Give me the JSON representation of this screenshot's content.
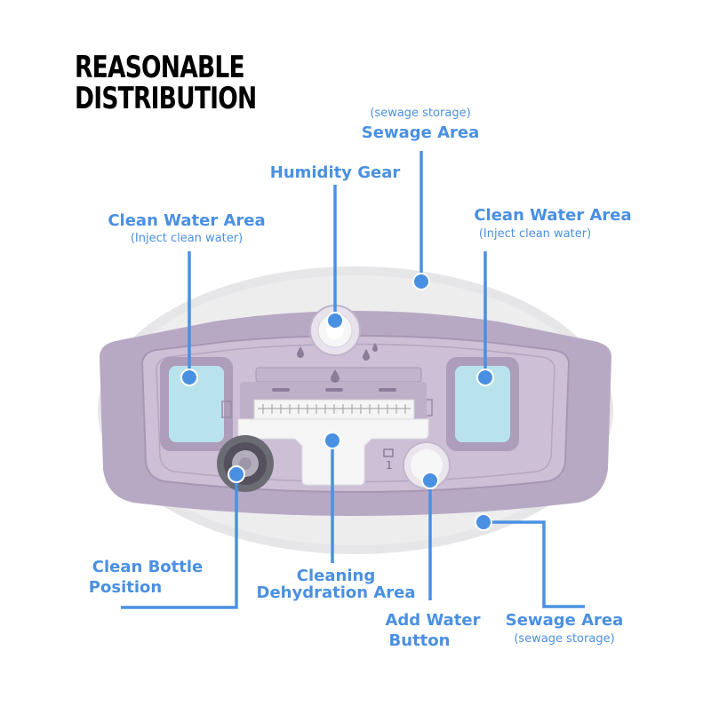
{
  "title": {
    "line1": "REASONABLE",
    "line2": "DISTRIBUTION"
  },
  "labels": {
    "sewage_area_top": {
      "sub": "(sewage storage)",
      "main": "Sewage Area"
    },
    "humidity_gear": {
      "main": "Humidity Gear"
    },
    "clean_water_left": {
      "main": "Clean Water Area",
      "sub": "(Inject clean water)"
    },
    "clean_water_right": {
      "main": "Clean Water Area",
      "sub": "(Inject clean water)"
    },
    "clean_bottle": {
      "line1": "Clean Bottle",
      "line2": "Position"
    },
    "cleaning_dehydration": {
      "line1": "Cleaning",
      "line2": "Dehydration Area"
    },
    "add_water": {
      "line1": "Add Water",
      "line2": "Button"
    },
    "sewage_area_bottom": {
      "main": "Sewage Area",
      "sub": "(sewage storage)"
    }
  },
  "colors": {
    "accent": "#4a90e2",
    "tray": "#b7a9c4",
    "tray_inner": "#cdbfd6",
    "outer_tray": "#e6e6e8",
    "water": "#b9e3ec"
  }
}
